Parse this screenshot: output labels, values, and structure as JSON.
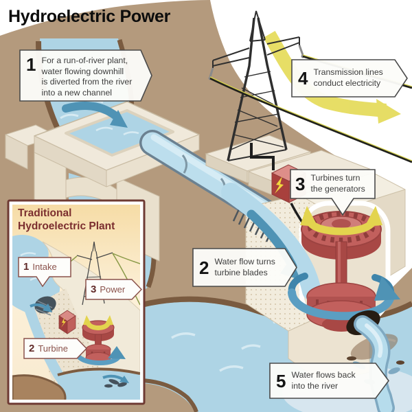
{
  "title": "Hydroelectric Power",
  "callouts": {
    "step1": {
      "number": "1",
      "lines": [
        "For a run-of-river plant,",
        "water flowing downhill",
        "is diverted from the river",
        "into a new channel"
      ]
    },
    "step2": {
      "number": "2",
      "lines": [
        "Water flow turns",
        "turbine blades"
      ]
    },
    "step3": {
      "number": "3",
      "lines": [
        "Turbines turn",
        "the generators"
      ]
    },
    "step4": {
      "number": "4",
      "lines": [
        "Transmission lines",
        "conduct electricity"
      ]
    },
    "step5": {
      "number": "5",
      "lines": [
        "Water flows back",
        "into the river"
      ]
    }
  },
  "inset": {
    "title_lines": [
      "Traditional",
      "Hydroelectric Plant"
    ],
    "labels": {
      "intake": {
        "number": "1",
        "text": "Intake"
      },
      "turbine": {
        "number": "2",
        "text": "Turbine"
      },
      "power": {
        "number": "3",
        "text": "Power"
      }
    }
  },
  "icons": {
    "lightning_bolt": "electricity",
    "curved_arrows": "rotation / water flow"
  },
  "colors": {
    "land_tan": "#b49a7d",
    "bank_brown": "#7a5b40",
    "river_blue": "#aed4e5",
    "wave_highlight": "#d6eaf2",
    "concrete_cream": "#f0e9db",
    "machine_red": "#c2605d",
    "machine_red_dark": "#a84845",
    "rotation_yellow": "#e3d44e",
    "flow_blue": "#4f93b5",
    "transmission_yellow": "#e4da55",
    "wire_black": "#1e1e1e",
    "inset_maroon": "#7b2e2f",
    "inset_peach": "#f6dca6",
    "callout_border": "#4a4a4a"
  }
}
